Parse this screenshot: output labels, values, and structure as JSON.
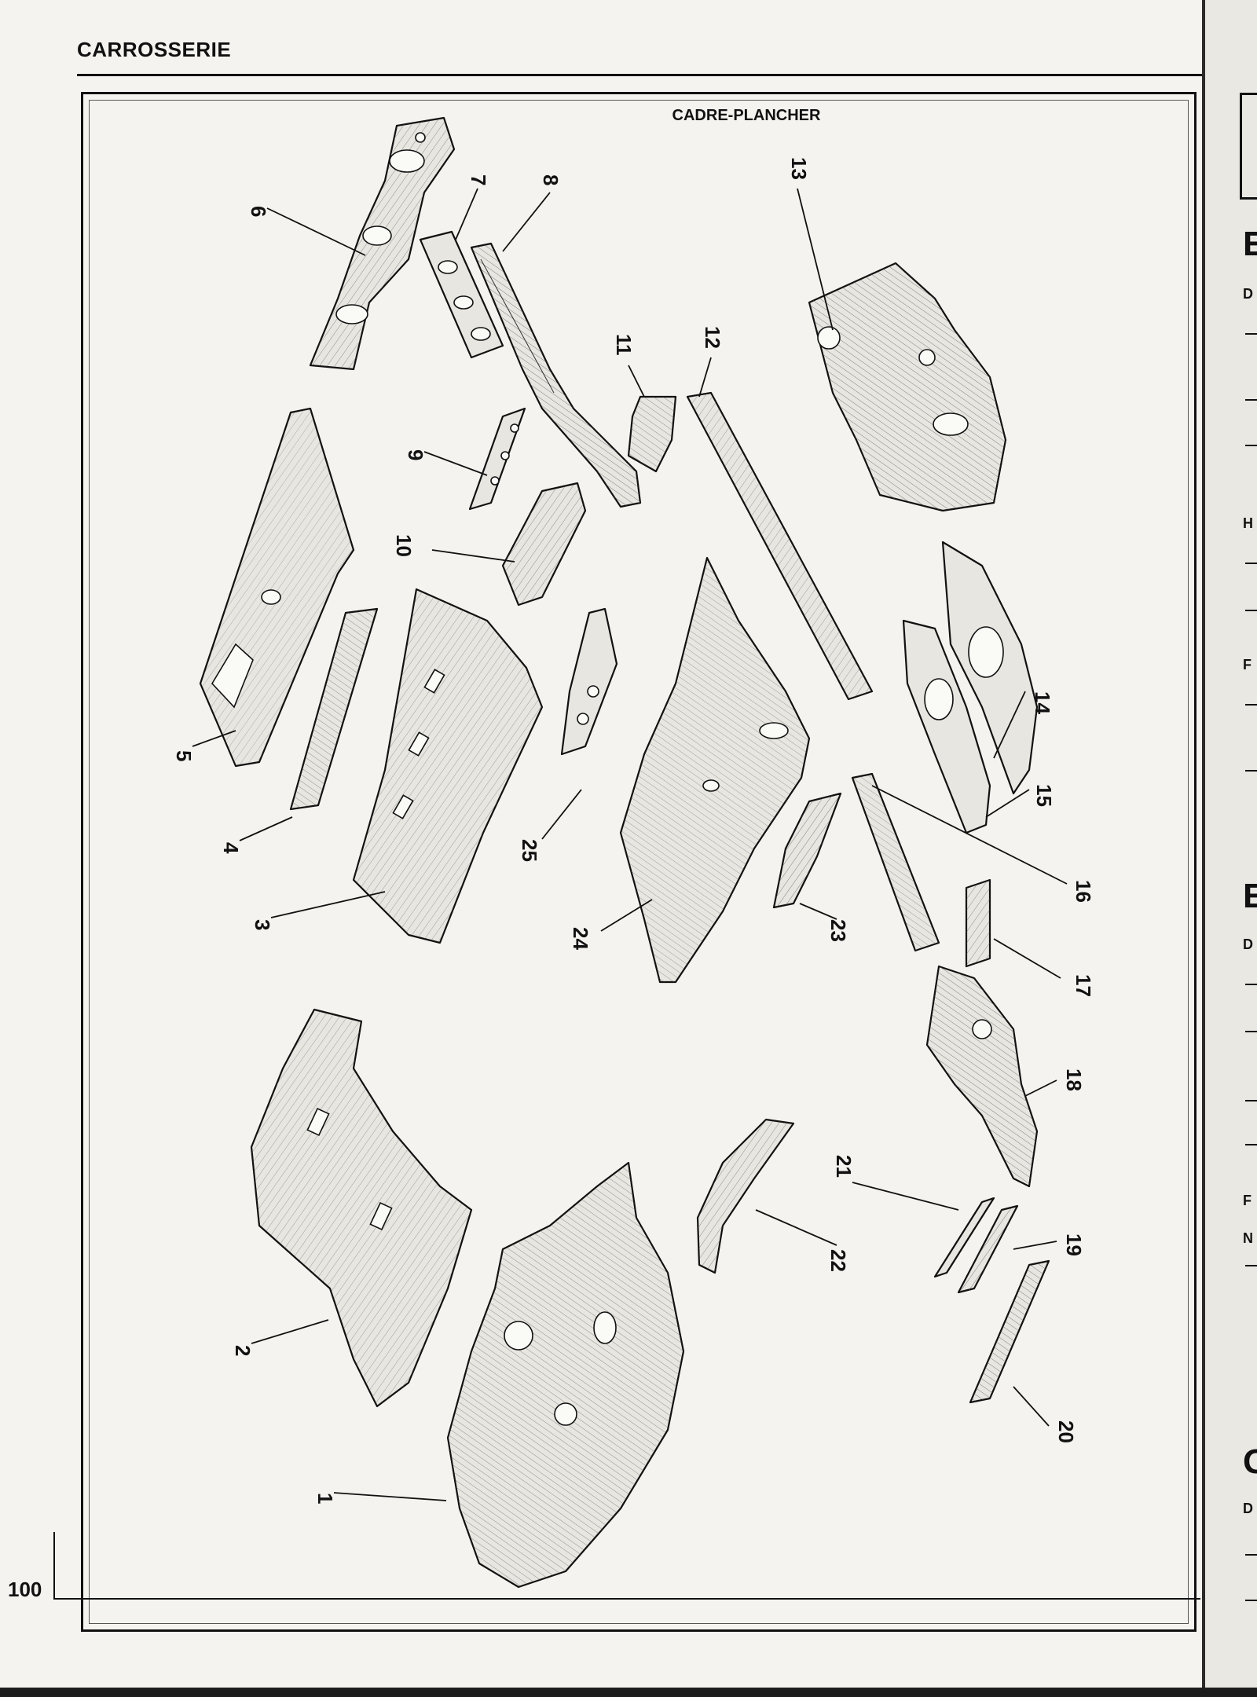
{
  "page": {
    "section_header": "CARROSSERIE",
    "diagram_title": "CADRE-PLANCHER",
    "page_number": "100"
  },
  "callouts": [
    "1",
    "2",
    "3",
    "4",
    "5",
    "6",
    "7",
    "8",
    "9",
    "10",
    "11",
    "12",
    "13",
    "14",
    "15",
    "16",
    "17",
    "18",
    "19",
    "20",
    "21",
    "22",
    "23",
    "24",
    "25"
  ],
  "right_margin_letters": [
    "E",
    "D",
    "H",
    "F",
    "E",
    "D",
    "F",
    "N",
    "G",
    "D"
  ]
}
